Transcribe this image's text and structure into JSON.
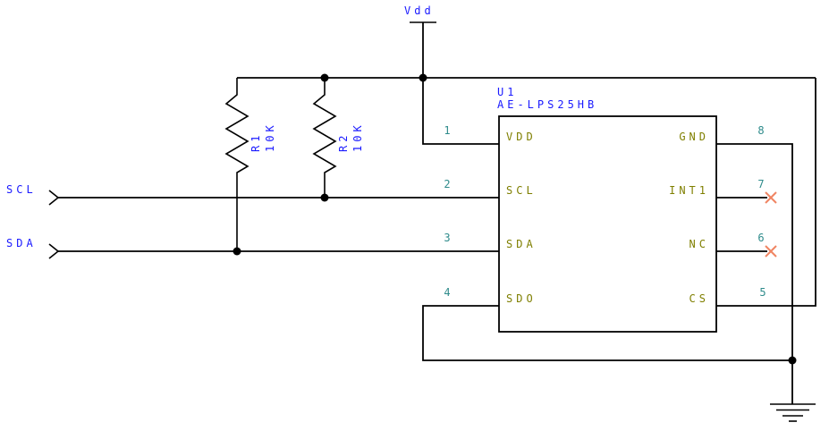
{
  "power": {
    "label": "Vdd"
  },
  "nets": [
    {
      "name": "SCL"
    },
    {
      "name": "SDA"
    }
  ],
  "resistors": [
    {
      "ref": "R1",
      "value": "10K"
    },
    {
      "ref": "R2",
      "value": "10K"
    }
  ],
  "ic": {
    "ref": "U1",
    "part": "AE-LPS25HB",
    "left_pins": [
      {
        "num": "1",
        "name": "VDD"
      },
      {
        "num": "2",
        "name": "SCL"
      },
      {
        "num": "3",
        "name": "SDA"
      },
      {
        "num": "4",
        "name": "SDO"
      }
    ],
    "right_pins": [
      {
        "num": "8",
        "name": "GND"
      },
      {
        "num": "7",
        "name": "INT1"
      },
      {
        "num": "6",
        "name": "NC"
      },
      {
        "num": "5",
        "name": "CS"
      }
    ],
    "no_connect_pins": [
      "7",
      "6"
    ]
  },
  "colors": {
    "label-blue": "#1a1aff",
    "pin-olive": "#7f7f00",
    "pinnum-teal": "#2e8b8b",
    "noconnect-coral": "#f08563",
    "wire-black": "#000000"
  }
}
